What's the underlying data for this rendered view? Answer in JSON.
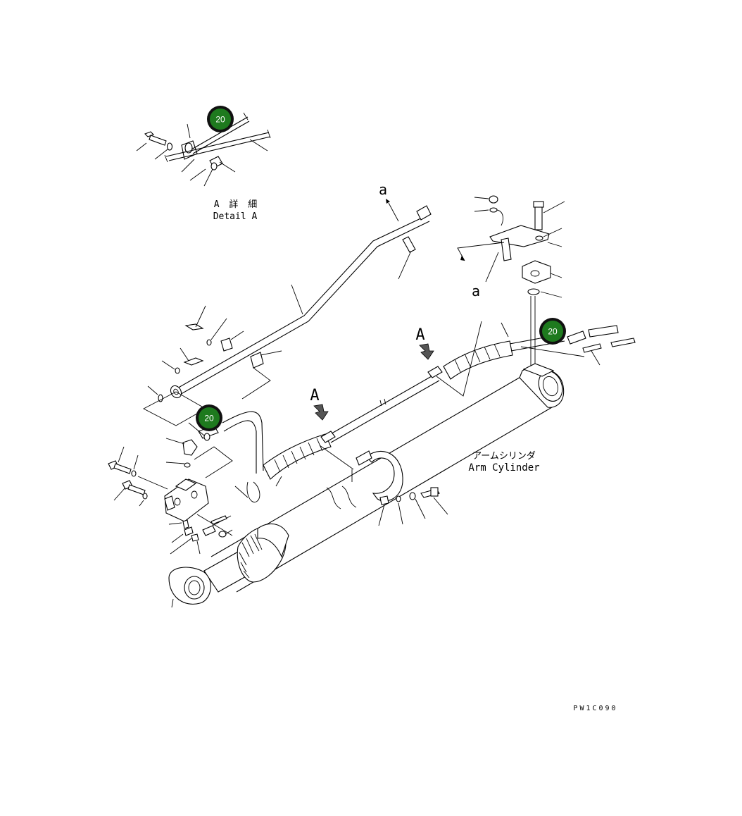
{
  "diagram": {
    "detail_label_jp": "A 詳 細",
    "detail_label_en": "Detail A",
    "arm_cylinder_jp": "アームシリンダ",
    "arm_cylinder_en": "Arm Cylinder",
    "ref_a_top": "a",
    "ref_a_mid": "a",
    "view_A_left": "A",
    "view_A_right": "A",
    "drawing_code": "PW1C090"
  },
  "callouts": [
    {
      "label": "20",
      "color": "#1e7a1e"
    },
    {
      "label": "20",
      "color": "#1e7a1e"
    },
    {
      "label": "20",
      "color": "#1e7a1e"
    }
  ]
}
